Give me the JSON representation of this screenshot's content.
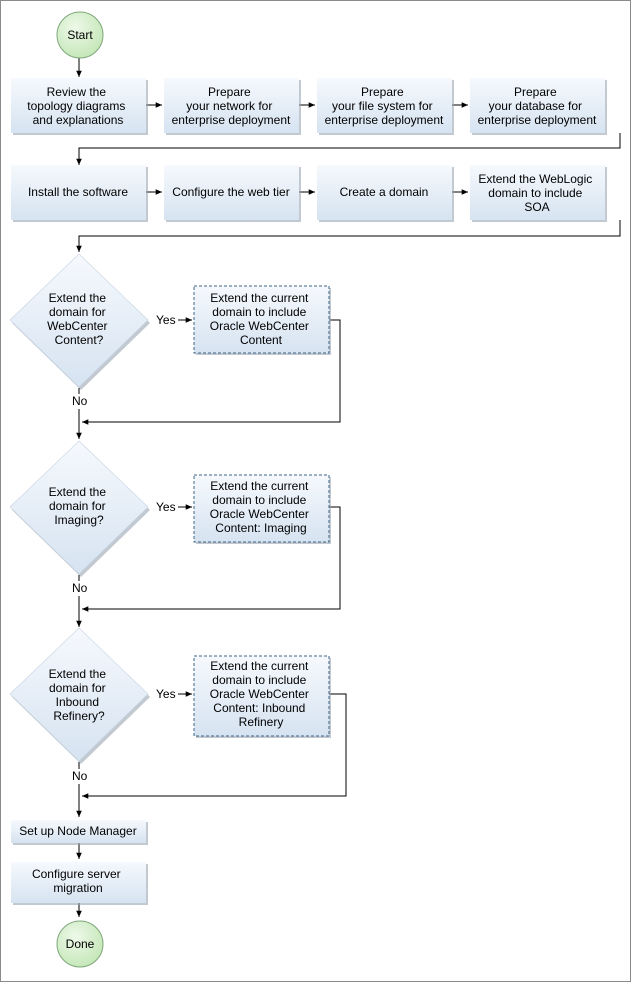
{
  "flowchart": {
    "start": "Start",
    "done": "Done",
    "steps": {
      "review": [
        "Review the",
        "topology diagrams",
        "and explanations"
      ],
      "network": [
        "Prepare",
        "your network for",
        "enterprise deployment"
      ],
      "filesystem": [
        "Prepare",
        "your file system for",
        "enterprise deployment"
      ],
      "database": [
        "Prepare",
        "your database for",
        "enterprise deployment"
      ],
      "install": [
        "Install the software"
      ],
      "webtier": [
        "Configure the web tier"
      ],
      "domain": [
        "Create a domain"
      ],
      "soa": [
        "Extend the WebLogic",
        "domain to include",
        "SOA"
      ],
      "node_manager": [
        "Set up Node Manager"
      ],
      "migration": [
        "Configure server",
        "migration"
      ]
    },
    "decisions": [
      {
        "question": [
          "Extend the",
          "domain for",
          "WebCenter",
          "Content?"
        ],
        "action": [
          "Extend the current",
          "domain to include",
          "Oracle WebCenter",
          "Content"
        ],
        "yes": "Yes",
        "no": "No"
      },
      {
        "question": [
          "Extend the",
          "domain for",
          "Imaging?"
        ],
        "action": [
          "Extend the current",
          "domain to include",
          "Oracle WebCenter",
          "Content: Imaging"
        ],
        "yes": "Yes",
        "no": "No"
      },
      {
        "question": [
          "Extend the",
          "domain for",
          "Inbound",
          "Refinery?"
        ],
        "action": [
          "Extend the current",
          "domain to include",
          "Oracle WebCenter",
          "Content: Inbound",
          "Refinery"
        ],
        "yes": "Yes",
        "no": "No"
      }
    ],
    "colors": {
      "box_fill_top": "#f6f9fd",
      "box_fill_bottom": "#d6e3f1",
      "box_shadow": "#9aa5b2",
      "dashed_border": "#3f6486",
      "terminal_fill": "#d3eec9",
      "terminal_stroke": "#7fa77a",
      "line": "#000000",
      "frame": "#8a8a8a"
    }
  }
}
